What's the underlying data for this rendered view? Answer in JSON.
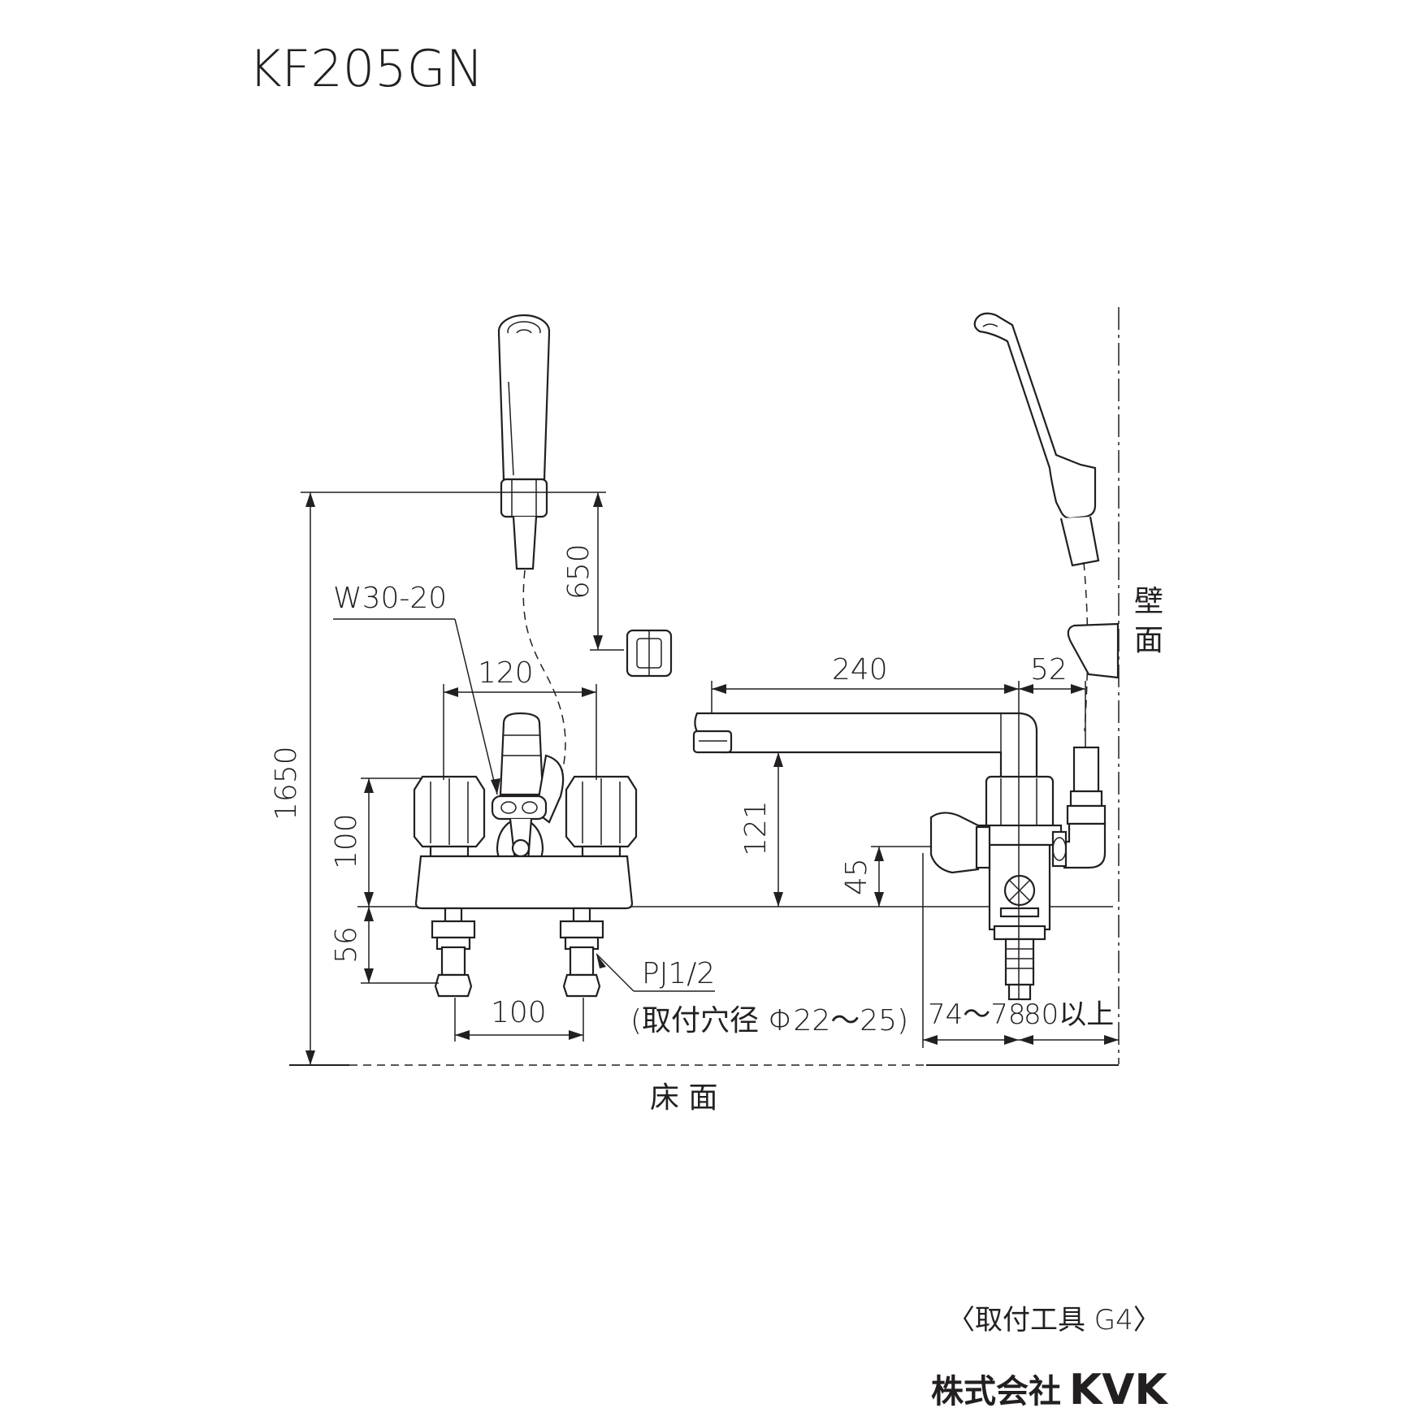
{
  "title": "KF205GN",
  "dimensions": {
    "total_height": "1650",
    "hanger_offset": "650",
    "hose_label": "W30-20",
    "handle_span": "120",
    "spout_reach": "240",
    "wall_clearance": "52",
    "body_height": "100",
    "spout_height": "121",
    "side_height": "45",
    "leg_length": "56",
    "pipe_spacing": "100",
    "pipe_thread": "PJ1/2",
    "hole_diameter": "(取付穴径 Φ22～25)",
    "side_range": "74～78",
    "wall_min": "80以上"
  },
  "labels": {
    "wall_char1": "壁",
    "wall_char2": "面",
    "floor": "床 面"
  },
  "footer": {
    "tool_note": "〈取付工具 G4〉",
    "company_prefix": "株式会社",
    "company_brand": "KVK"
  }
}
